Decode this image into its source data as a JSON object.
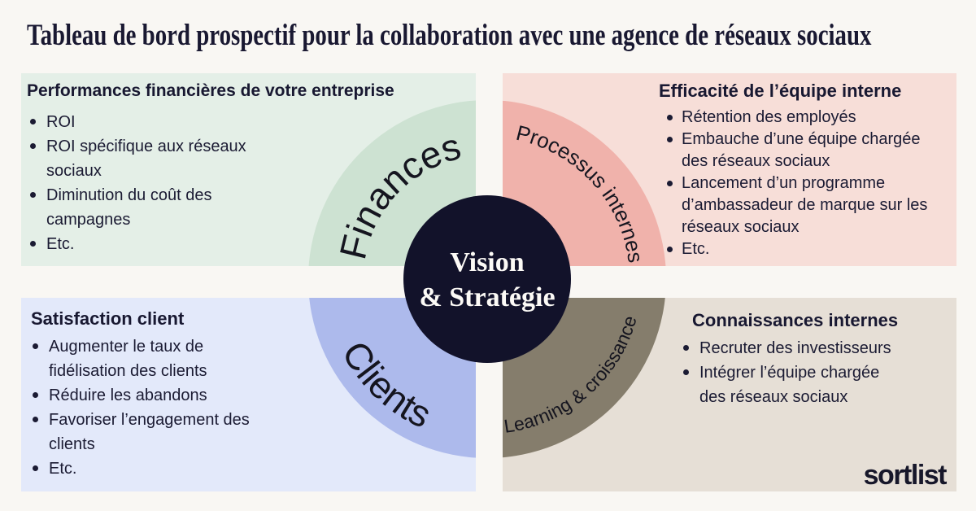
{
  "title": "Tableau de bord prospectif pour la collaboration avec une agence de réseaux sociaux",
  "center": {
    "line1": "Vision",
    "line2": "& Stratégie",
    "circle_color": "#12122a",
    "text_color": "#fcfaf6"
  },
  "quadrants": {
    "finances": {
      "arc_label": "Finances",
      "heading": "Performances financières de votre entreprise",
      "bullets": [
        "ROI",
        "ROI spécifique aux réseaux\nsociaux",
        "Diminution du coût des\ncampagnes",
        "Etc."
      ],
      "bg_color": "#e4efe7",
      "arc_color": "#cde2d2"
    },
    "processus": {
      "arc_label": "Processus internes",
      "heading": "Efficacité de l’équipe interne",
      "bullets": [
        "Rétention des employés",
        "Embauche d’une équipe chargée\ndes réseaux sociaux",
        "Lancement d’un programme\nd’ambassadeur de marque sur les\nréseaux sociaux",
        "Etc."
      ],
      "bg_color": "#f7ded8",
      "arc_color": "#f0b2ab"
    },
    "clients": {
      "arc_label": "Clients",
      "heading": "Satisfaction client",
      "bullets": [
        "Augmenter le taux de\nfidélisation des clients",
        "Réduire les abandons",
        "Favoriser l’engagement des\nclients",
        "Etc."
      ],
      "bg_color": "#e3e9fa",
      "arc_color": "#adbaec"
    },
    "learning": {
      "arc_label": "Learning & croissance",
      "heading": "Connaissances internes",
      "bullets": [
        "Recruter des investisseurs",
        "Intégrer l’équipe chargée\ndes réseaux sociaux"
      ],
      "bg_color": "#e6dfd6",
      "arc_color": "#857d6c"
    }
  },
  "logo": "sortlist",
  "colors": {
    "page_bg": "#f9f7f3",
    "body_text": "#1b1b33",
    "title_text": "#191831"
  }
}
